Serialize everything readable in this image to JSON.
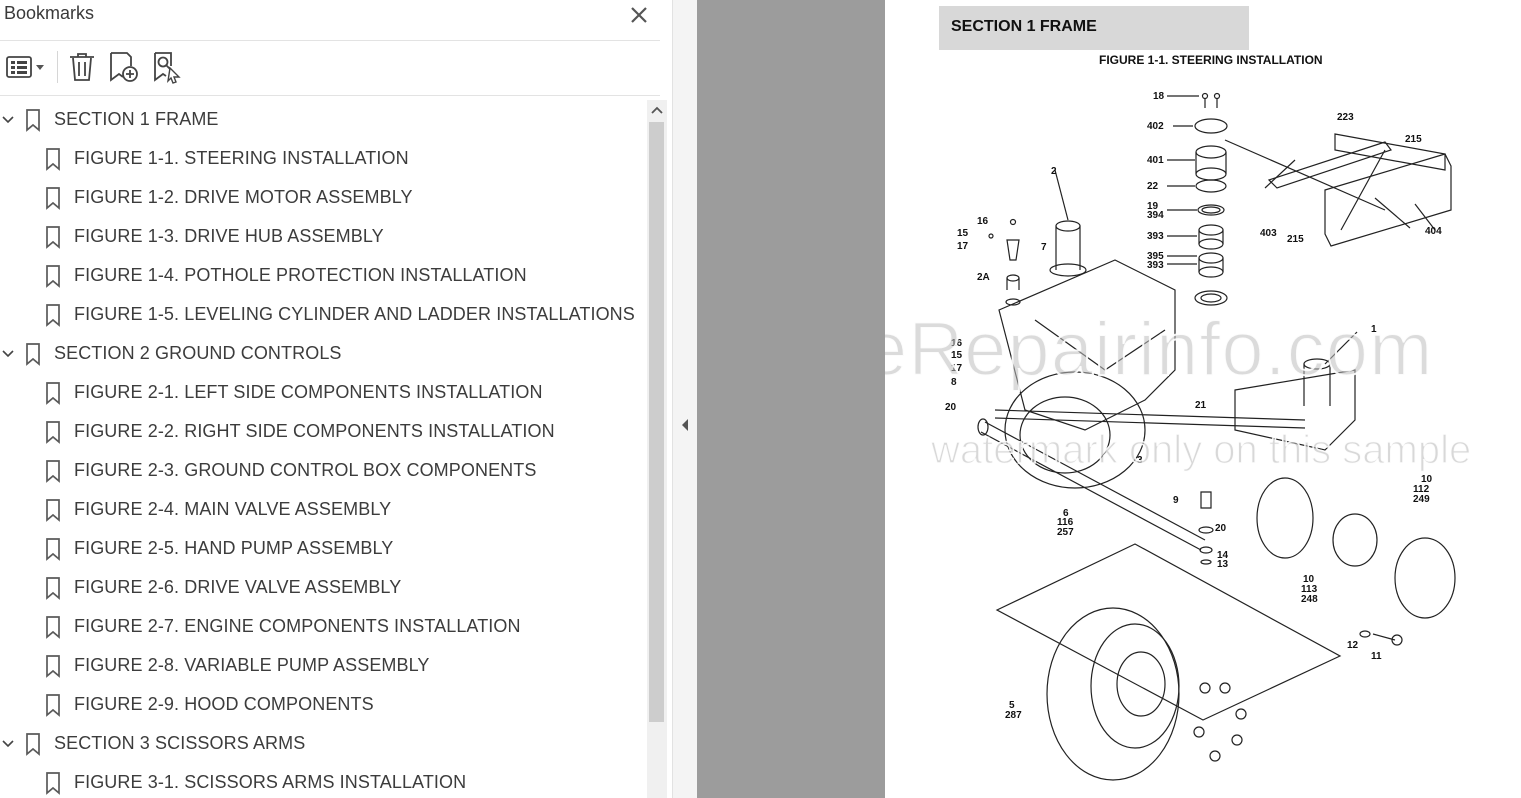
{
  "panel": {
    "title": "Bookmarks",
    "toolbar": {
      "options_icon": "list-options-icon",
      "delete_icon": "trash-icon",
      "new_bookmark_icon": "bookmark-add-icon",
      "find_bookmark_icon": "bookmark-search-icon"
    }
  },
  "bookmarks": [
    {
      "level": 0,
      "label": "SECTION 1 FRAME",
      "expanded": true
    },
    {
      "level": 1,
      "label": "FIGURE 1-1. STEERING INSTALLATION"
    },
    {
      "level": 1,
      "label": "FIGURE 1-2. DRIVE MOTOR ASSEMBLY"
    },
    {
      "level": 1,
      "label": "FIGURE 1-3. DRIVE HUB ASSEMBLY"
    },
    {
      "level": 1,
      "label": "FIGURE 1-4. POTHOLE PROTECTION INSTALLATION"
    },
    {
      "level": 1,
      "label": "FIGURE 1-5. LEVELING CYLINDER AND LADDER INSTALLATIONS"
    },
    {
      "level": 0,
      "label": "SECTION 2 GROUND CONTROLS",
      "expanded": true
    },
    {
      "level": 1,
      "label": "FIGURE 2-1. LEFT SIDE COMPONENTS INSTALLATION"
    },
    {
      "level": 1,
      "label": "FIGURE 2-2. RIGHT SIDE COMPONENTS INSTALLATION"
    },
    {
      "level": 1,
      "label": "FIGURE 2-3. GROUND CONTROL BOX COMPONENTS"
    },
    {
      "level": 1,
      "label": "FIGURE 2-4. MAIN VALVE ASSEMBLY"
    },
    {
      "level": 1,
      "label": "FIGURE 2-5. HAND PUMP ASSEMBLY"
    },
    {
      "level": 1,
      "label": "FIGURE 2-6. DRIVE VALVE ASSEMBLY"
    },
    {
      "level": 1,
      "label": "FIGURE 2-7. ENGINE COMPONENTS INSTALLATION"
    },
    {
      "level": 1,
      "label": "FIGURE 2-8. VARIABLE PUMP ASSEMBLY"
    },
    {
      "level": 1,
      "label": "FIGURE 2-9. HOOD COMPONENTS"
    },
    {
      "level": 0,
      "label": "SECTION 3 SCISSORS ARMS",
      "expanded": true
    },
    {
      "level": 1,
      "label": "FIGURE 3-1. SCISSORS ARMS INSTALLATION"
    }
  ],
  "document": {
    "section_title": "SECTION 1  FRAME",
    "figure_title": "FIGURE 1-1. STEERING INSTALLATION",
    "watermark_main": "eRepairinfo.com",
    "watermark_sub": "watermark only on this sample",
    "callouts": [
      "18",
      "402",
      "401",
      "22",
      "19",
      "394",
      "393",
      "395",
      "393",
      "223",
      "215",
      "403",
      "215",
      "404",
      "2",
      "16",
      "15",
      "17",
      "7",
      "2A",
      "1",
      "16",
      "15",
      "17",
      "8",
      "20",
      "21",
      "3",
      "9",
      "20",
      "14",
      "13",
      "6",
      "116",
      "257",
      "10",
      "112",
      "249",
      "10",
      "113",
      "248",
      "12",
      "11",
      "5",
      "287"
    ]
  },
  "colors": {
    "viewer_gray": "#9c9c9c",
    "section_box": "#d8d8d8",
    "panel_text": "#3c3c3c"
  }
}
